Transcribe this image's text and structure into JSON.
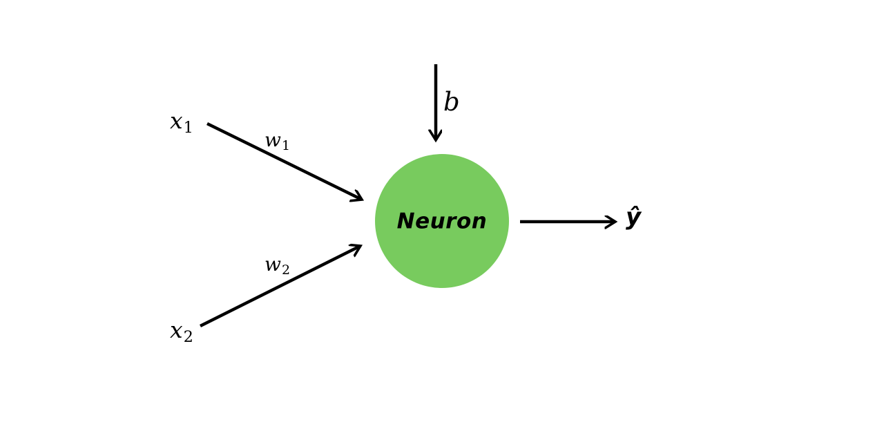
{
  "diagram": {
    "neuron": {
      "label": "Neuron"
    },
    "inputs": [
      {
        "base": "x",
        "sub": "1"
      },
      {
        "base": "x",
        "sub": "2"
      }
    ],
    "weights": [
      {
        "base": "w",
        "sub": "1"
      },
      {
        "base": "w",
        "sub": "2"
      }
    ],
    "bias": {
      "label": "b"
    },
    "output": {
      "label": "ŷ"
    }
  },
  "colors": {
    "neuron_fill": "#78CB5E",
    "arrow": "#000000",
    "text": "#000000",
    "background": "#FFFFFF"
  }
}
